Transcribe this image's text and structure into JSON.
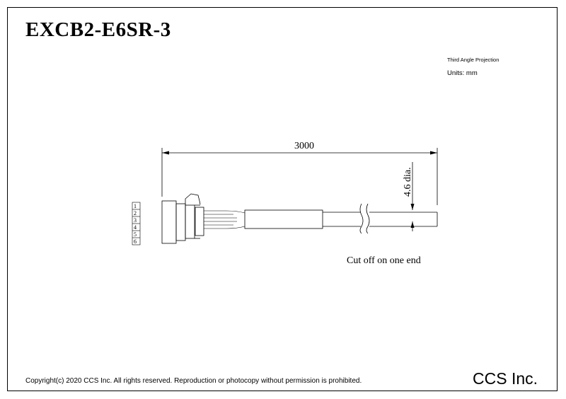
{
  "drawing": {
    "title": "EXCB2-E6SR-3",
    "projection": "Third Angle Projection",
    "units": "Units: mm",
    "length_label": "3000",
    "diameter_label": "4.6 dia.",
    "note": "Cut off on one end",
    "pins": [
      "1",
      "2",
      "3",
      "4",
      "5",
      "6"
    ],
    "copyright": "Copyright(c) 2020 CCS Inc. All rights reserved.  Reproduction or photocopy without permission is prohibited.",
    "company": "CCS Inc."
  }
}
